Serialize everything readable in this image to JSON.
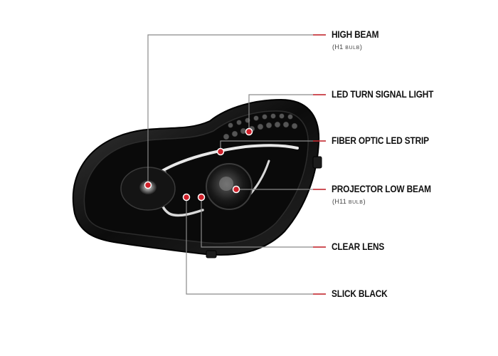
{
  "callouts": [
    {
      "id": "high-beam",
      "label": "HIGH BEAM",
      "sub_bulb": "H1",
      "sub_word": "BULB"
    },
    {
      "id": "led-turn-signal",
      "label": "LED TURN SIGNAL LIGHT"
    },
    {
      "id": "fiber-optic",
      "label": "FIBER OPTIC LED STRIP"
    },
    {
      "id": "projector-low-beam",
      "label": "PROJECTOR LOW BEAM",
      "sub_bulb": "H11",
      "sub_word": "BULB"
    },
    {
      "id": "clear-lens",
      "label": "CLEAR LENS"
    },
    {
      "id": "slick-black",
      "label": "SLICK BLACK"
    }
  ],
  "colors": {
    "accent": "#c8232b",
    "leader": "#8a8a8a",
    "housing": "#111111"
  }
}
